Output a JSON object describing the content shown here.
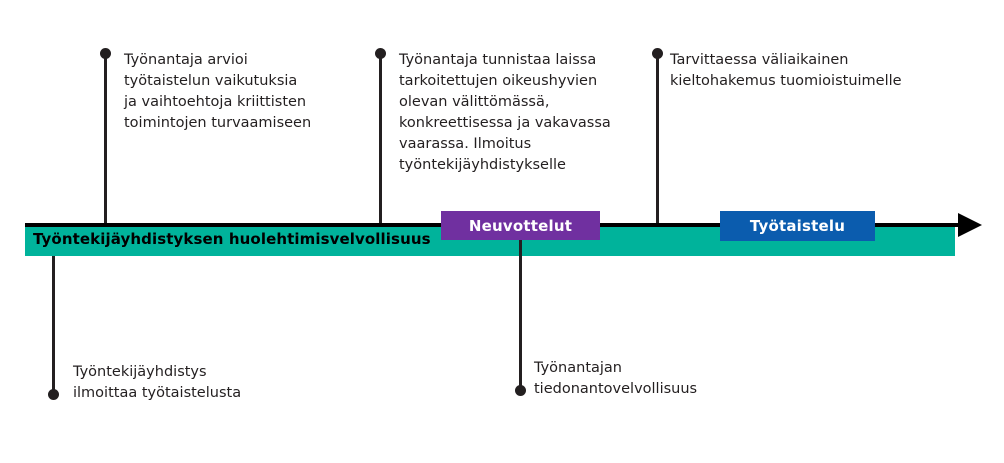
{
  "diagram": {
    "title": "Tyoriita-aikajana",
    "axis": {
      "band_label": "Työntekijäyhdistyksen huolehtimisvelvollisuus",
      "band_color": "#00b39b",
      "rule_color": "#000000",
      "arrow_icon": "arrow-right-icon"
    },
    "phases": [
      {
        "id": "negotiations",
        "label": "Neuvottelut",
        "color": "#7030a0"
      },
      {
        "id": "industrial-action",
        "label": "Työtaistelu",
        "color": "#0b5cae"
      }
    ],
    "callouts_above": [
      {
        "id": "employer-assesses-effects",
        "text": "Työnantaja arvioi\ntyötaistelun vaikutuksia\nja vaihtoehtoja kriittisten\ntoimintojen turvaamiseen"
      },
      {
        "id": "employer-identifies-legal-rights-at-risk",
        "text": "Työnantaja tunnistaa laissa\ntarkoitettujen oikeushyvien\nolevan välittömässä,\nkonkreettisessa ja vakavassa\nvaarassa. Ilmoitus\ntyöntekijäyhdistykselle"
      },
      {
        "id": "interim-injunction-application",
        "text": "Tarvittaessa väliaikainen\nkieltohakemus tuomioistuimelle"
      }
    ],
    "callouts_below": [
      {
        "id": "union-announces-industrial-action",
        "text": "Työntekijäyhdistys\nilmoittaa työtaistelusta"
      },
      {
        "id": "employer-duty-to-inform",
        "text": "Työnantajan\ntiedonantovelvollisuus"
      }
    ]
  }
}
